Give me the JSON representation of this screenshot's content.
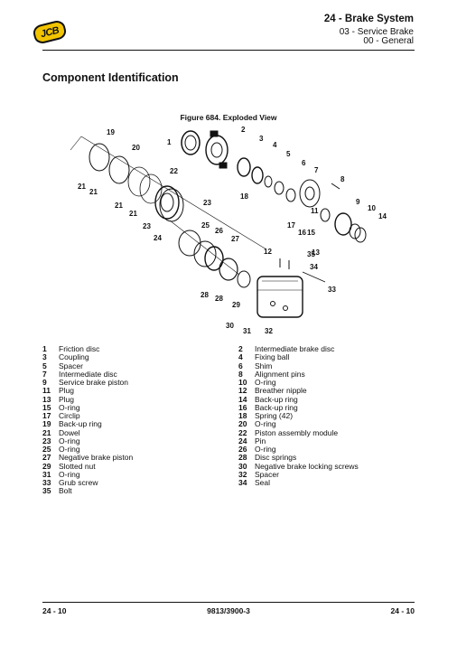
{
  "header": {
    "logo_text": "JCB",
    "title": "24 - Brake System",
    "subtitle": "03 - Service Brake",
    "subsubtitle": "00 - General"
  },
  "section_title": "Component Identification",
  "figure": {
    "caption": "Figure 684. Exploded View",
    "callouts": [
      "1",
      "2",
      "3",
      "4",
      "5",
      "6",
      "7",
      "8",
      "9",
      "10",
      "11",
      "12",
      "13",
      "14",
      "15",
      "16",
      "17",
      "18",
      "19",
      "20",
      "21",
      "22",
      "23",
      "24",
      "25",
      "26",
      "27",
      "28",
      "29",
      "30",
      "31",
      "32",
      "33",
      "34",
      "35"
    ]
  },
  "legend_left": [
    {
      "num": "1",
      "label": "Friction disc"
    },
    {
      "num": "3",
      "label": "Coupling"
    },
    {
      "num": "5",
      "label": "Spacer"
    },
    {
      "num": "7",
      "label": "Intermediate disc"
    },
    {
      "num": "9",
      "label": "Service brake piston"
    },
    {
      "num": "11",
      "label": "Plug"
    },
    {
      "num": "13",
      "label": "Plug"
    },
    {
      "num": "15",
      "label": "O-ring"
    },
    {
      "num": "17",
      "label": "Circlip"
    },
    {
      "num": "19",
      "label": "Back-up ring"
    },
    {
      "num": "21",
      "label": "Dowel"
    },
    {
      "num": "23",
      "label": "O-ring"
    },
    {
      "num": "25",
      "label": "O-ring"
    },
    {
      "num": "27",
      "label": "Negative brake piston"
    },
    {
      "num": "29",
      "label": "Slotted nut"
    },
    {
      "num": "31",
      "label": "O-ring"
    },
    {
      "num": "33",
      "label": "Grub screw"
    },
    {
      "num": "35",
      "label": "Bolt"
    }
  ],
  "legend_right": [
    {
      "num": "2",
      "label": "Intermediate brake disc"
    },
    {
      "num": "4",
      "label": "Fixing ball"
    },
    {
      "num": "6",
      "label": "Shim"
    },
    {
      "num": "8",
      "label": "Alignment pins"
    },
    {
      "num": "10",
      "label": "O-ring"
    },
    {
      "num": "12",
      "label": "Breather nipple"
    },
    {
      "num": "14",
      "label": "Back-up ring"
    },
    {
      "num": "16",
      "label": "Back-up ring"
    },
    {
      "num": "18",
      "label": "Spring (42)"
    },
    {
      "num": "20",
      "label": "O-ring"
    },
    {
      "num": "22",
      "label": "Piston assembly module"
    },
    {
      "num": "24",
      "label": "Pin"
    },
    {
      "num": "26",
      "label": "O-ring"
    },
    {
      "num": "28",
      "label": "Disc springs"
    },
    {
      "num": "30",
      "label": "Negative brake locking screws"
    },
    {
      "num": "32",
      "label": "Spacer"
    },
    {
      "num": "34",
      "label": "Seal"
    }
  ],
  "footer": {
    "left": "24 - 10",
    "center": "9813/3900-3",
    "right": "24 - 10"
  }
}
